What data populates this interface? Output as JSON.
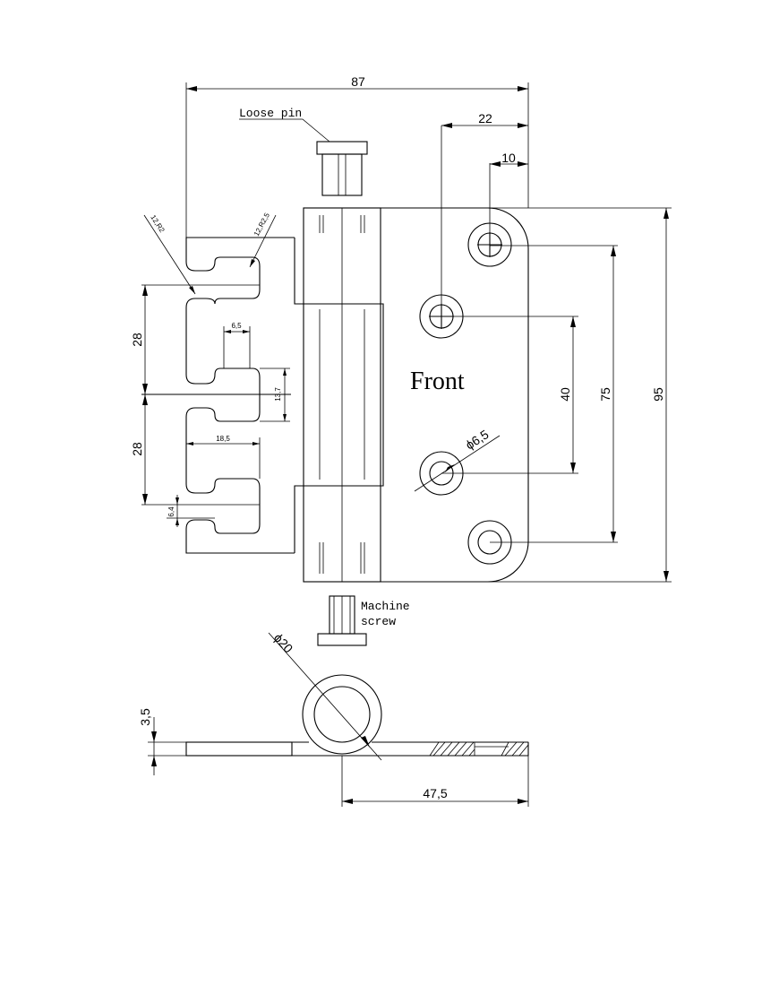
{
  "labels": {
    "loose_pin": "Loose pin",
    "front": "Front",
    "machine_screw_1": "Machine",
    "machine_screw_2": "screw"
  },
  "dimensions": {
    "overall_width": "87",
    "hole_offset_22": "22",
    "hole_offset_10": "10",
    "height_95": "95",
    "hole_span_75": "75",
    "hole_span_40": "40",
    "hole_dia": "ϕ6,5",
    "slot_pitch_upper": "28",
    "slot_pitch_lower": "28",
    "slot_width": "6,5",
    "slot_height": "13,7",
    "slot_depth": "18,5",
    "slot_gap": "6,4",
    "radius_r2": "12,R2",
    "radius_r25": "12,R2,5",
    "knuckle_dia": "ϕ20",
    "thickness": "3,5",
    "pin_offset": "47,5"
  }
}
